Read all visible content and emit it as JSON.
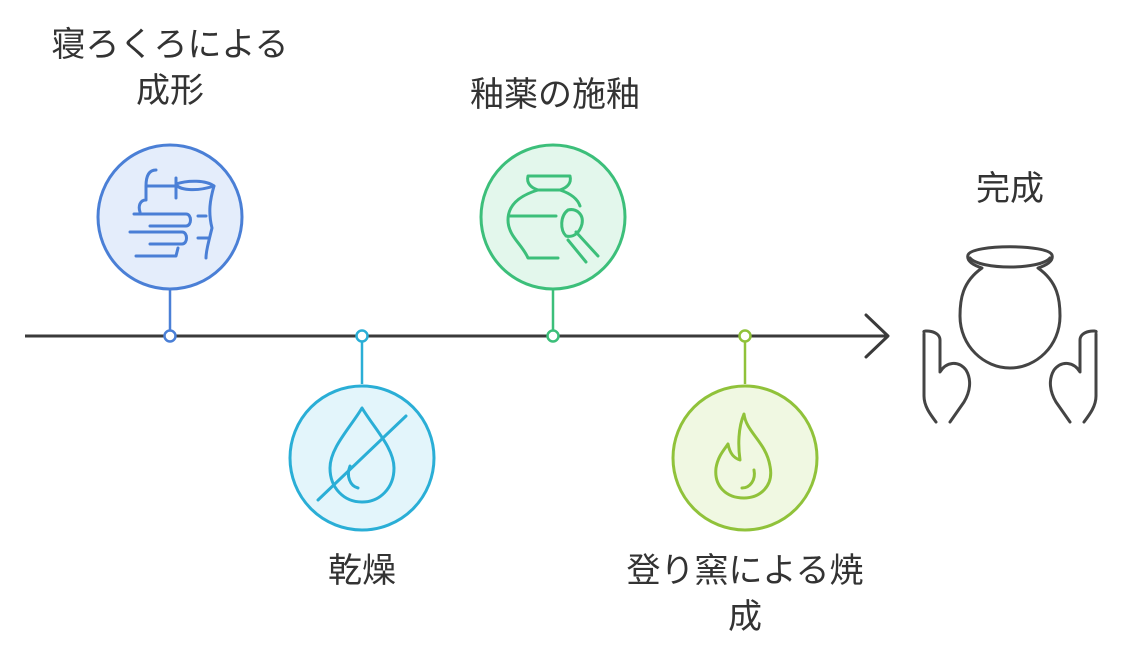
{
  "steps": [
    {
      "label": "寝ろくろによる\n成形",
      "icon": "hand-shaping-pot-icon",
      "color": "#4a7fd6",
      "fill": "#e4edfb"
    },
    {
      "label": "乾燥",
      "icon": "no-water-drop-icon",
      "color": "#2aaed6",
      "fill": "#e3f5fb"
    },
    {
      "label": "釉薬の施釉",
      "icon": "glazing-brush-pot-icon",
      "color": "#3cbf7a",
      "fill": "#e3f7ec"
    },
    {
      "label": "登り窯による焼\n成",
      "icon": "flame-icon",
      "color": "#90c23a",
      "fill": "#f0f8e2"
    }
  ],
  "final": {
    "label": "完成",
    "icon": "hands-holding-vase-icon"
  },
  "colors": {
    "axis": "#3a3a3a",
    "text": "#333333"
  }
}
